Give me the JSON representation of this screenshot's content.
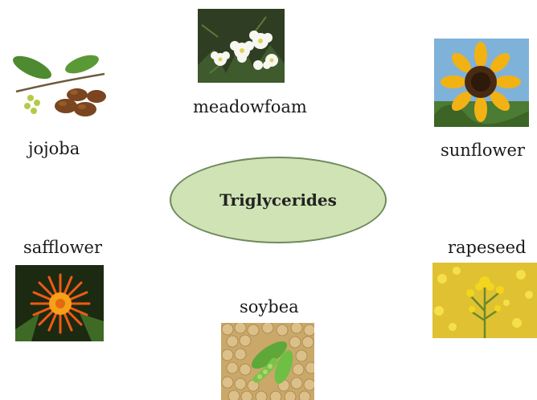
{
  "center": {
    "label": "Triglycerides",
    "fill": "#cfe3b4",
    "stroke": "#6d8a5d"
  },
  "sources": [
    {
      "id": "meadowfoam",
      "label": "meadowfoam",
      "photo": "white-meadowfoam-flowers"
    },
    {
      "id": "sunflower",
      "label": "sunflower",
      "photo": "sunflower-head"
    },
    {
      "id": "jojoba",
      "label": "jojoba",
      "photo": "jojoba-seeds-and-leaves"
    },
    {
      "id": "safflower",
      "label": "safflower",
      "photo": "orange-safflower-bloom"
    },
    {
      "id": "rapeseed",
      "label": "rapeseed",
      "photo": "yellow-rapeseed-flowers"
    },
    {
      "id": "soybean",
      "label": "soybea",
      "photo": "soybeans-with-pod"
    }
  ]
}
